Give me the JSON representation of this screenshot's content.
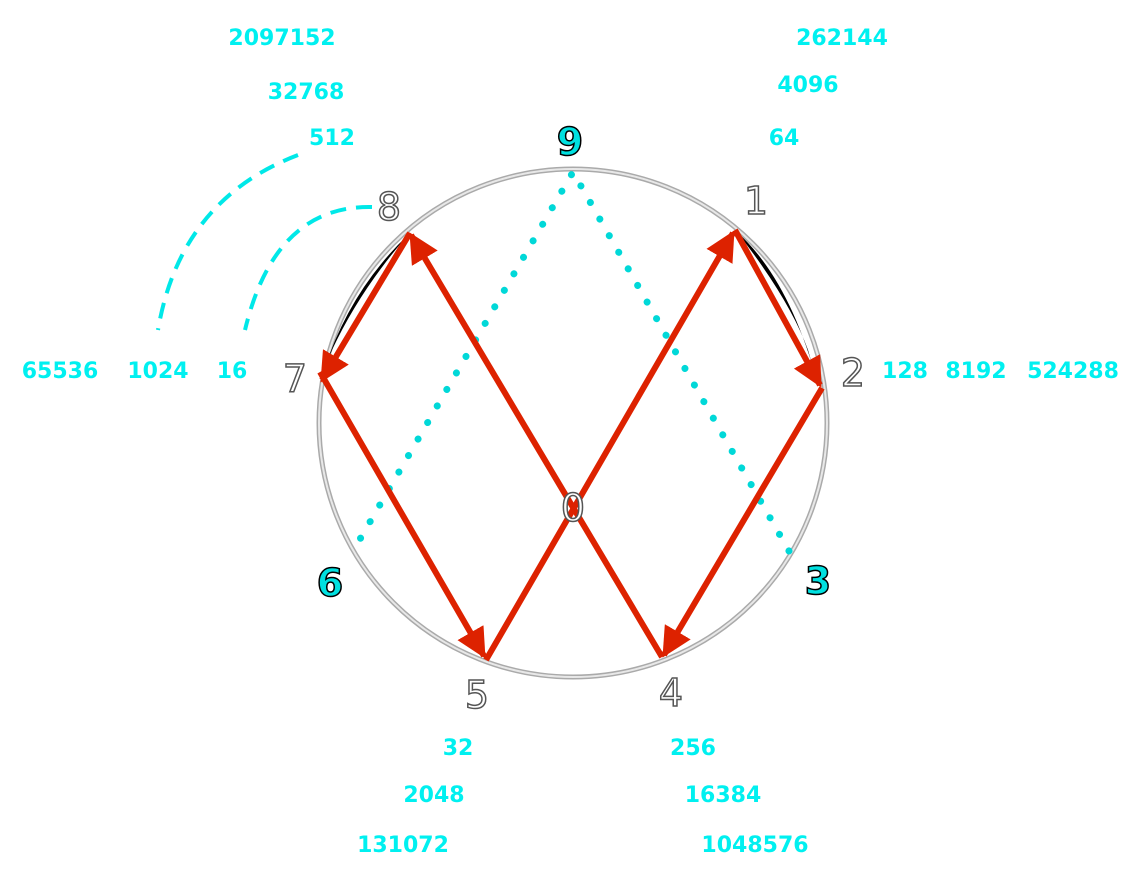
{
  "diagram": {
    "title_hidden": null,
    "colors": {
      "arrow": "#dd2200",
      "dotted": "#00d8d8",
      "label": "#00f0f0",
      "circle": "#bbbbbb"
    },
    "nodes": {
      "n0": "0",
      "n1": "1",
      "n2": "2",
      "n3": "3",
      "n4": "4",
      "n5": "5",
      "n6": "6",
      "n7": "7",
      "n8": "8",
      "n9": "9"
    },
    "cycle": [
      "1",
      "2",
      "4",
      "8",
      "7",
      "5",
      "1"
    ],
    "dotted_path": [
      "3",
      "9",
      "6"
    ],
    "powers": {
      "top_left": [
        "2097152",
        "32768",
        "512"
      ],
      "top_right": [
        "262144",
        "4096",
        "64"
      ],
      "left": [
        "65536",
        "1024",
        "16"
      ],
      "right": [
        "128",
        "8192",
        "524288"
      ],
      "bottom_left": [
        "32",
        "2048",
        "131072"
      ],
      "bottom_right": [
        "256",
        "16384",
        "1048576"
      ]
    }
  }
}
